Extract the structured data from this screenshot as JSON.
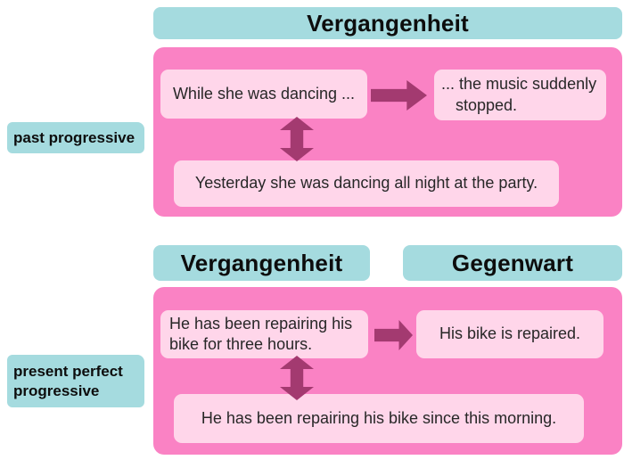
{
  "colors": {
    "header_teal": "#a5dbdf",
    "panel_pink": "#fa82c4",
    "box_light_pink": "#ffd6ea",
    "arrow_magenta": "#a33a70",
    "heading_text": "#0d0d0d",
    "body_text": "#272727",
    "background": "#ffffff"
  },
  "sections": [
    {
      "label": "past progressive",
      "headers": [
        "Vergangenheit"
      ],
      "boxes": {
        "top_left": "While she was dancing ...",
        "top_right": "... the music suddenly stopped.",
        "bottom": "Yesterday she was dancing all night at the party."
      }
    },
    {
      "label": "present perfect progressive",
      "headers": [
        "Vergangenheit",
        "Gegenwart"
      ],
      "boxes": {
        "top_left": "He has been repairing his bike for three hours.",
        "top_right": "His bike is repaired.",
        "bottom": "He has been repairing his bike since this morning."
      }
    }
  ]
}
